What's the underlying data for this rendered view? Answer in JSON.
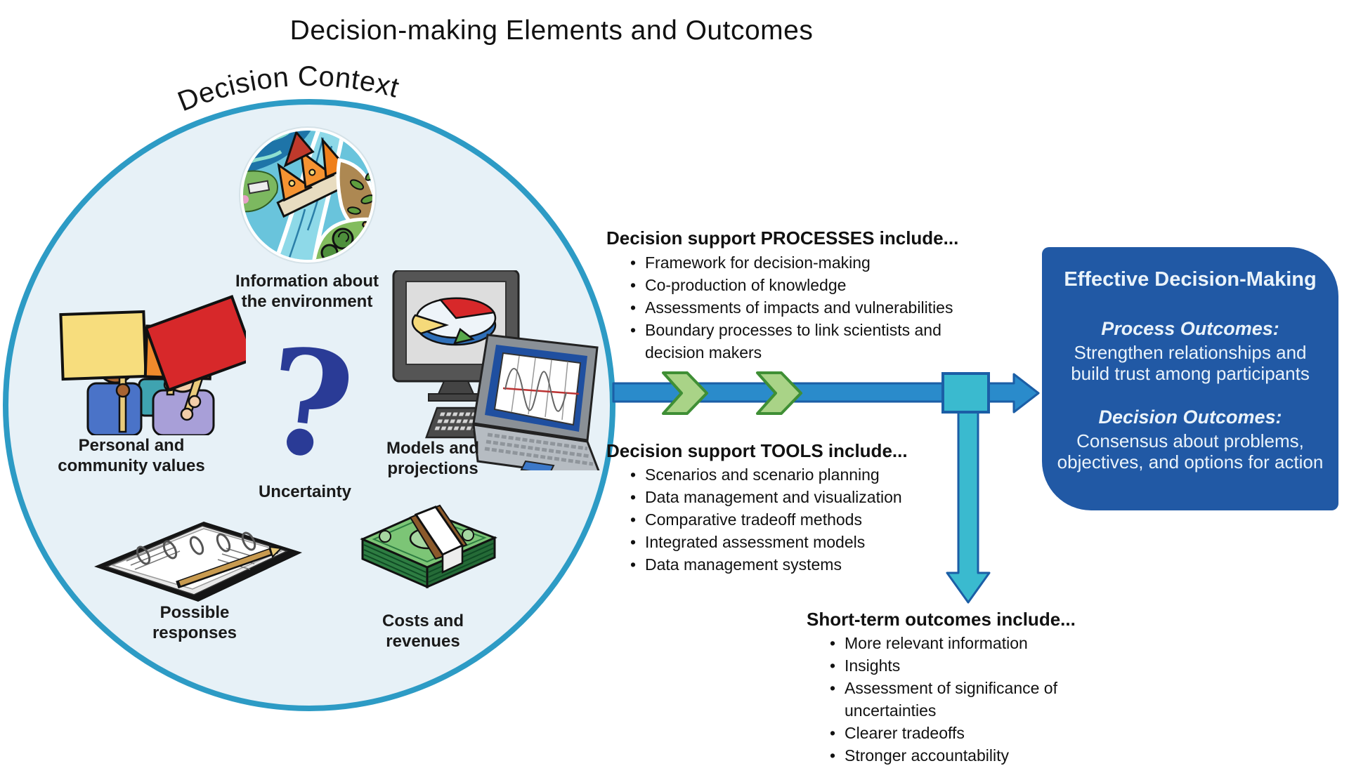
{
  "page_title": "Decision-making Elements and Outcomes",
  "decision_context": {
    "arc_label": "Decision Context",
    "items": {
      "environment": "Information about\nthe environment",
      "values": "Personal and\ncommunity values",
      "uncertainty": "Uncertainty",
      "models": "Models and\nprojections",
      "responses": "Possible\nresponses",
      "costs": "Costs and\nrevenues"
    }
  },
  "processes": {
    "heading": "Decision support PROCESSES include...",
    "bullets": [
      "Framework for decision-making",
      "Co-production of knowledge",
      "Assessments of impacts and vulnerabilities",
      "Boundary processes to link scientists and decision makers"
    ]
  },
  "tools": {
    "heading": "Decision support TOOLS include...",
    "bullets": [
      "Scenarios and scenario planning",
      "Data management and visualization",
      "Comparative tradeoff methods",
      "Integrated assessment models",
      "Data management systems"
    ]
  },
  "short_term": {
    "heading": "Short-term outcomes include...",
    "bullets": [
      "More relevant information",
      "Insights",
      "Assessment of significance of uncertainties",
      "Clearer tradeoffs",
      "Stronger accountability"
    ]
  },
  "outcome_box": {
    "title": "Effective Decision-Making",
    "sections": [
      {
        "heading": "Process Outcomes:",
        "body": "Strengthen relationships and build trust among participants"
      },
      {
        "heading": "Decision Outcomes:",
        "body": "Consensus about problems, objectives, and options for action"
      }
    ]
  },
  "colors": {
    "circle_fill": "#E7F1F7",
    "circle_border": "#2D9BC5",
    "arrow_fill": "#2A8BCB",
    "arrow_border": "#1B5EA6",
    "teal_fill": "#3ABACF",
    "chevron_fill": "#A9D387",
    "chevron_border": "#3F8F35",
    "box_fill": "#2159A5",
    "box_text": "#EAF3FA",
    "question_mark": "#2A3B96"
  }
}
